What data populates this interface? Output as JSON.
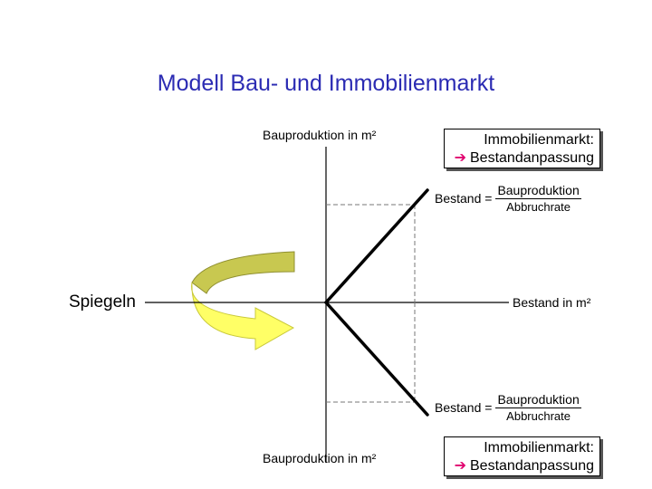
{
  "title": "Modell Bau- und Immobilienmarkt",
  "axis_labels": {
    "top": "Bauproduktion in m²",
    "bottom": "Bauproduktion in m²",
    "right": "Bestand in m²"
  },
  "spiegeln_label": "Spiegeln",
  "boxes": {
    "top": {
      "line1": "Immobilienmarkt:",
      "arrow": "➔",
      "line2": "Bestandanpassung"
    },
    "bottom": {
      "line1": "Immobilienmarkt:",
      "arrow": "➔",
      "line2": "Bestandanpassung"
    }
  },
  "formulas": {
    "top": {
      "lhs": "Bestand =",
      "numerator": "Bauproduktion",
      "denominator": "Abbruchrate"
    },
    "bottom": {
      "lhs": "Bestand =",
      "numerator": "Bauproduktion",
      "denominator": "Abbruchrate"
    }
  },
  "colors": {
    "title": "#2b2bb3",
    "arrow_glyph": "#e0006e",
    "mirror_arrow_top": "#c8c850",
    "mirror_arrow_bottom": "#ffff66"
  }
}
